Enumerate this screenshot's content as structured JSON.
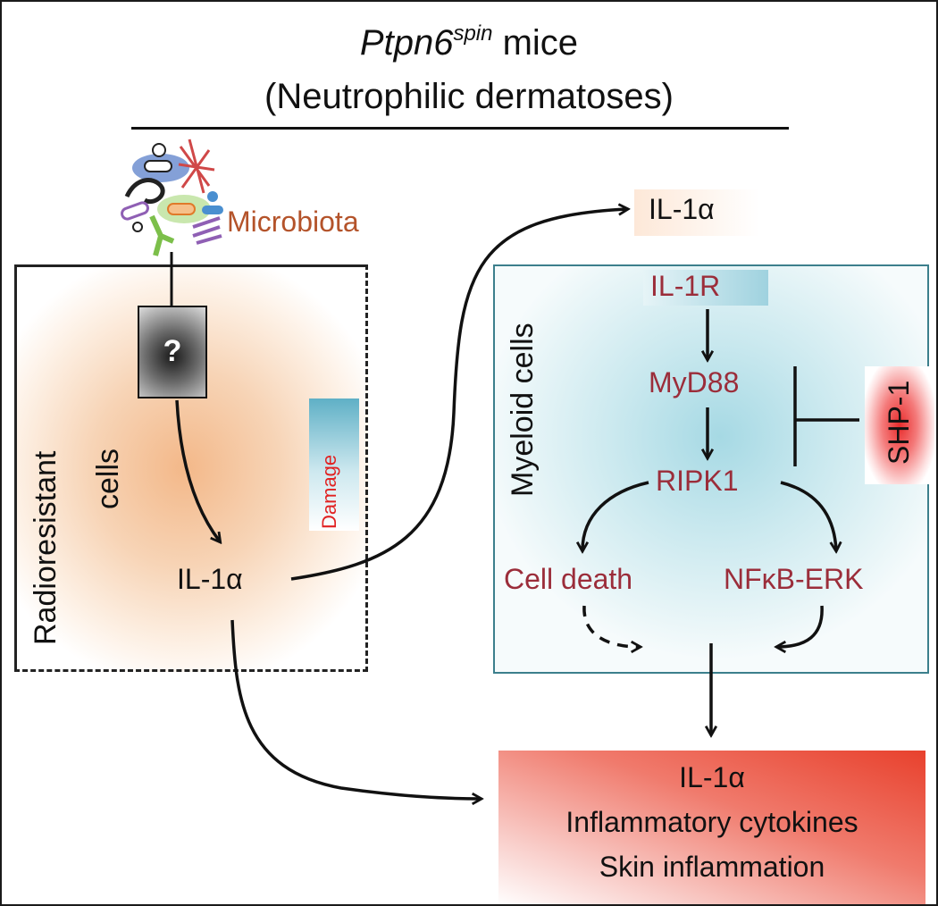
{
  "title": {
    "gene": "Ptpn6",
    "gene_superscript": "spin",
    "gene_suffix": " mice",
    "subtitle": "(Neutrophilic dermatoses)"
  },
  "left": {
    "microbiota": "Microbiota",
    "unknown_mark": "?",
    "box_label_line1": "Radioresistant",
    "box_label_line2": "cells",
    "damage": "Damage",
    "il1a": "IL-1α"
  },
  "right": {
    "il1a": "IL-1α",
    "box_label": "Myeloid cells",
    "il1r": "IL-1R",
    "myd88": "MyD88",
    "ripk1": "RIPK1",
    "cell_death": "Cell death",
    "nfkb": "NFκB-ERK",
    "shp1": "SHP-1"
  },
  "outcome": {
    "line1": "IL-1α",
    "line2": "Inflammatory cytokines",
    "line3": "Skin inflammation"
  }
}
